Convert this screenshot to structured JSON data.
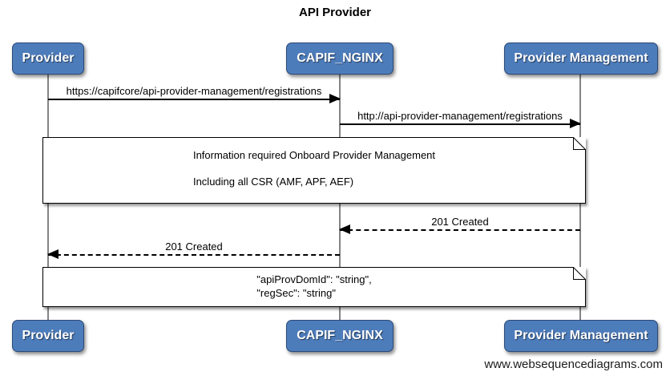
{
  "title": "API Provider",
  "actors": [
    {
      "label": "Provider"
    },
    {
      "label": "CAPIF_NGINX"
    },
    {
      "label": "Provider Management"
    }
  ],
  "messages": [
    {
      "label": "https://capifcore/api-provider-management/registrations",
      "from": "Provider",
      "to": "CAPIF_NGINX",
      "style": "solid"
    },
    {
      "label": "http://api-provider-management/registrations",
      "from": "CAPIF_NGINX",
      "to": "Provider Management",
      "style": "solid"
    },
    {
      "label": "201 Created",
      "from": "Provider Management",
      "to": "CAPIF_NGINX",
      "style": "dashed"
    },
    {
      "label": "201 Created",
      "from": "CAPIF_NGINX",
      "to": "Provider",
      "style": "dashed"
    }
  ],
  "notes": [
    {
      "lines": [
        "Information required Onboard Provider Management",
        "Including all CSR (AMF, APF, AEF)"
      ]
    },
    {
      "lines": [
        "\"apiProvDomId\": \"string\",",
        "\"regSec\": \"string\""
      ]
    }
  ],
  "watermark": "www.websequencediagrams.com",
  "colors": {
    "actor_fill": "#4d7cbb",
    "actor_border": "#2c4a77",
    "actor_text": "#ffffff",
    "lifeline": "#848484",
    "arrow": "#000000",
    "note_bg": "#ffffff",
    "note_border": "#000000",
    "background": "#ffffff"
  }
}
